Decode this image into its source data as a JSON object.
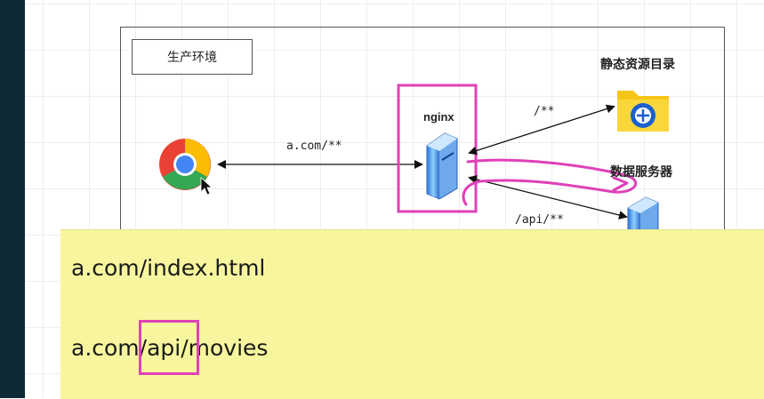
{
  "diagram": {
    "env_label": "生产环境",
    "nginx_label": "nginx",
    "static_dir_label": "静态资源目录",
    "data_server_label": "数据服务器",
    "route_browser": "a.com/**",
    "route_static": "/**",
    "route_api": "/api/**"
  },
  "note": {
    "line1": "a.com/index.html",
    "line2_prefix": "a.com",
    "line2_highlight": "/api",
    "line2_suffix": "/movies"
  },
  "colors": {
    "highlight": "#e040b8",
    "note_bg": "#f7f69e",
    "sidebar": "#0f2a35"
  }
}
